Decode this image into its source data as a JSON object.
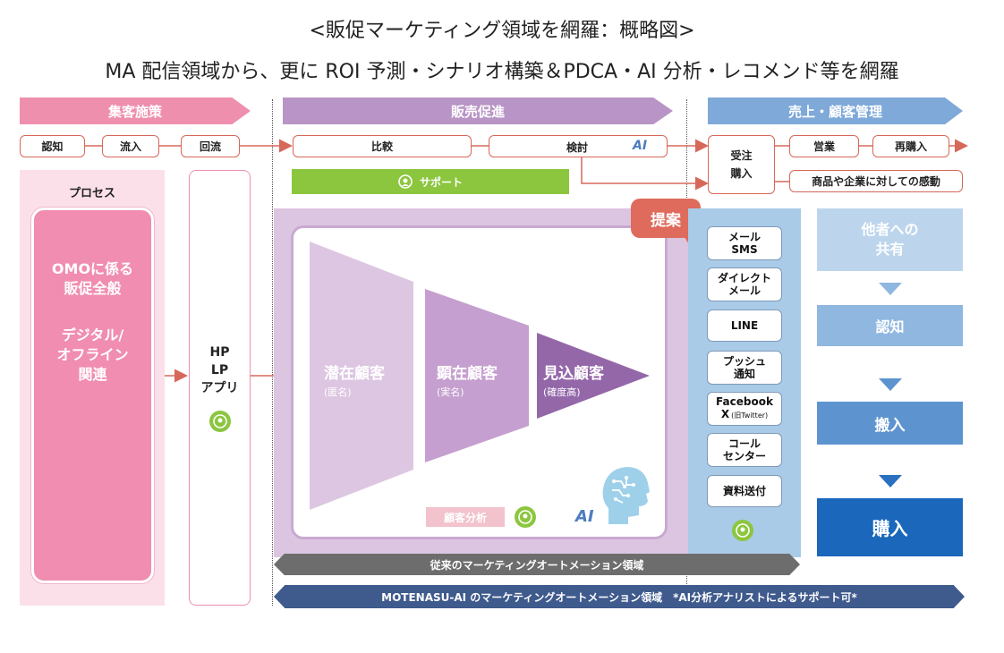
{
  "header": {
    "title": "<販促マーケティング領域を網羅：概略図>",
    "subtitle": "MA 配信領域から、更に ROI 予測・シナリオ構築＆PDCA・AI 分析・レコメンド等を網羅"
  },
  "phases": {
    "acquisition": "集客施策",
    "promotion": "販売促進",
    "sales": "売上・顧客管理"
  },
  "flow": {
    "awareness": "認知",
    "inflow": "流入",
    "circulation": "回流",
    "compare": "比較",
    "consider": "検討",
    "ai_tag": "AI",
    "order_line1": "受注",
    "order_line2": "購入",
    "sales": "営業",
    "repurchase": "再購入",
    "emotion": "商品や企業に対しての感動"
  },
  "support": {
    "label": "サポート"
  },
  "process": {
    "header": "プロセス",
    "omo_line1": "OMOに係る",
    "omo_line2": "販促全般",
    "digital_line1": "デジタル/",
    "digital_line2": "オフライン",
    "digital_line3": "関連"
  },
  "web": {
    "line1": "HP",
    "line2": "LP",
    "line3": "アプリ"
  },
  "proposal": "提案",
  "funnel": {
    "stages": [
      {
        "name": "潜在顧客",
        "sub": "(匿名)"
      },
      {
        "name": "顕在顧客",
        "sub": "(実名)"
      },
      {
        "name": "見込顧客",
        "sub": "(確度高)"
      }
    ],
    "analysis": "顧客分析",
    "ai_label": "AI"
  },
  "channels": [
    {
      "line1": "メール",
      "line2": "SMS"
    },
    {
      "line1": "ダイレクト",
      "line2": "メール"
    },
    {
      "line1": "LINE",
      "line2": ""
    },
    {
      "line1": "プッシュ",
      "line2": "通知"
    },
    {
      "line1": "Facebook",
      "line2": "X",
      "line2_small": "(旧Twitter)"
    },
    {
      "line1": "コール",
      "line2": "センター"
    },
    {
      "line1": "資料送付",
      "line2": ""
    }
  ],
  "share_flow": {
    "share_line1": "他者への",
    "share_line2": "共有",
    "awareness": "認知",
    "inflow": "搬入",
    "purchase": "購入"
  },
  "bottom": {
    "traditional_ma": "従来のマーケティングオートメーション領域",
    "motenasu_ma": "MOTENASU-AI のマーケティングオートメーション領域　*AI分析アナリストによるサポート可*"
  },
  "colors": {
    "pink": "#ef8fae",
    "purple": "#b895c6",
    "blue": "#7ea9d8",
    "arrow_red": "#d6685a",
    "support_green": "#8cc63f",
    "navy": "#3f5a8c",
    "gray": "#6d6d6d"
  }
}
